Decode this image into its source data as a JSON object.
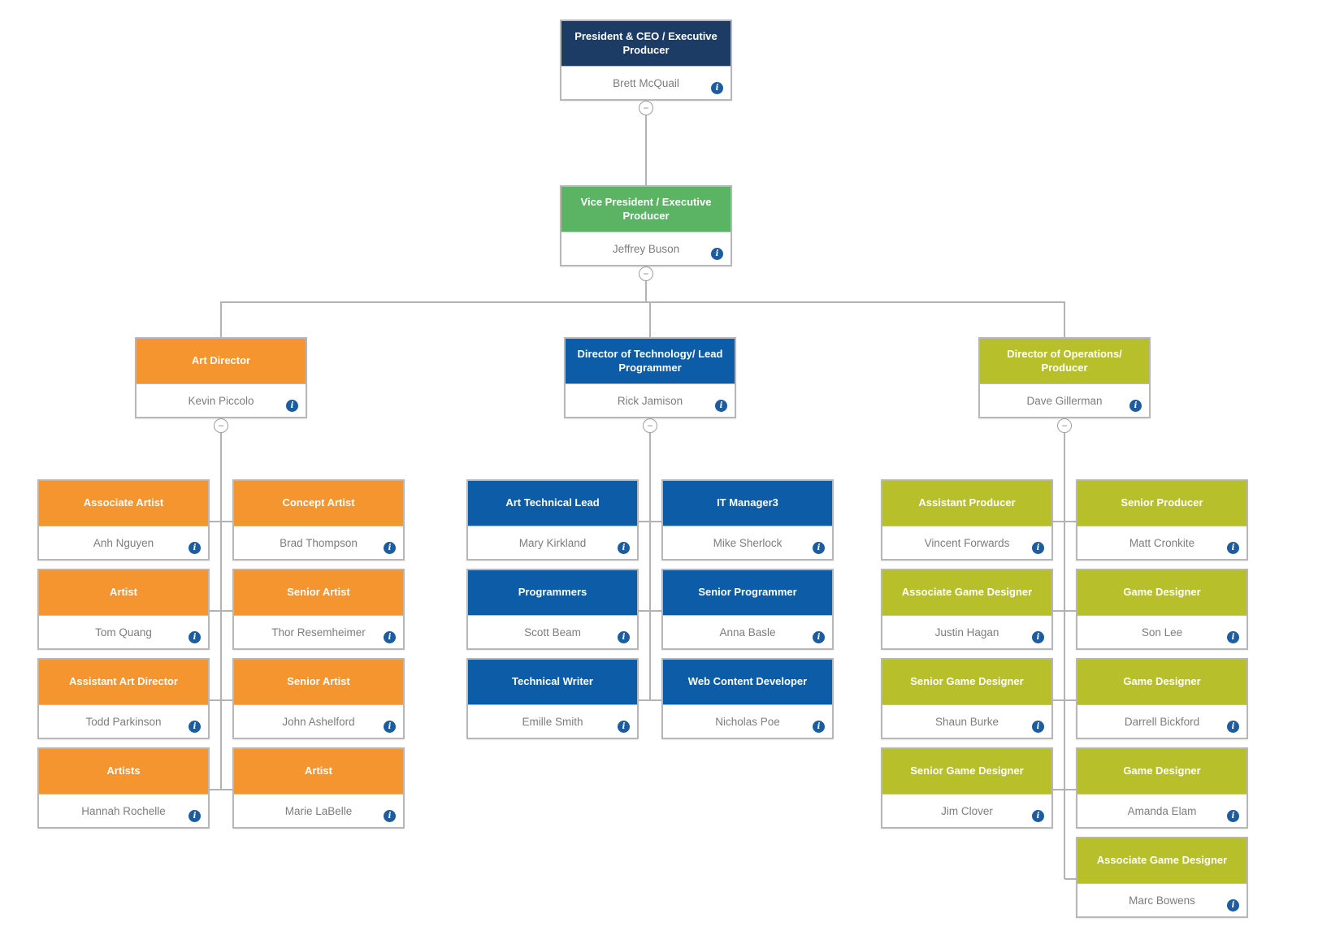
{
  "palette": {
    "navy": "#1c3c66",
    "green": "#5bb364",
    "orange": "#f5952f",
    "blue": "#0d5ca8",
    "lime": "#b7c02a",
    "connector": "#b3b3b3",
    "info_blue": "#1d5c9f"
  },
  "chart": {
    "collapse_glyph": "−",
    "info_glyph": "i",
    "root": {
      "title": "President & CEO / Executive Producer",
      "name": "Brett McQuail",
      "color": "navy"
    },
    "vp": {
      "title": "Vice President / Executive Producer",
      "name": "Jeffrey Buson",
      "color": "green"
    },
    "groups": [
      {
        "head": {
          "title": "Art Director",
          "name": "Kevin Piccolo",
          "color": "orange"
        },
        "left": [
          {
            "title": "Associate Artist",
            "name": "Anh Nguyen",
            "color": "orange"
          },
          {
            "title": "Artist",
            "name": "Tom Quang",
            "color": "orange"
          },
          {
            "title": "Assistant Art Director",
            "name": "Todd Parkinson",
            "color": "orange"
          },
          {
            "title": "Artists",
            "name": "Hannah Rochelle",
            "color": "orange"
          }
        ],
        "right": [
          {
            "title": "Concept Artist",
            "name": "Brad Thompson",
            "color": "orange"
          },
          {
            "title": "Senior Artist",
            "name": "Thor Resemheimer",
            "color": "orange"
          },
          {
            "title": "Senior Artist",
            "name": "John Ashelford",
            "color": "orange"
          },
          {
            "title": "Artist",
            "name": "Marie LaBelle",
            "color": "orange"
          }
        ]
      },
      {
        "head": {
          "title": "Director of Technology/ Lead Programmer",
          "name": "Rick Jamison",
          "color": "blue"
        },
        "left": [
          {
            "title": "Art Technical Lead",
            "name": "Mary Kirkland",
            "color": "blue"
          },
          {
            "title": "Programmers",
            "name": "Scott Beam",
            "color": "blue"
          },
          {
            "title": "Technical Writer",
            "name": "Emille Smith",
            "color": "blue"
          }
        ],
        "right": [
          {
            "title": "IT Manager3",
            "name": "Mike Sherlock",
            "color": "blue"
          },
          {
            "title": "Senior Programmer",
            "name": "Anna Basle",
            "color": "blue"
          },
          {
            "title": "Web Content Developer",
            "name": "Nicholas Poe",
            "color": "blue"
          }
        ]
      },
      {
        "head": {
          "title": "Director of Operations/ Producer",
          "name": "Dave Gillerman",
          "color": "lime"
        },
        "left": [
          {
            "title": "Assistant Producer",
            "name": "Vincent Forwards",
            "color": "lime"
          },
          {
            "title": "Associate Game Designer",
            "name": "Justin Hagan",
            "color": "lime"
          },
          {
            "title": "Senior Game Designer",
            "name": "Shaun Burke",
            "color": "lime"
          },
          {
            "title": "Senior Game Designer",
            "name": "Jim Clover",
            "color": "lime"
          }
        ],
        "right": [
          {
            "title": "Senior Producer",
            "name": "Matt Cronkite",
            "color": "lime"
          },
          {
            "title": "Game Designer",
            "name": "Son Lee",
            "color": "lime"
          },
          {
            "title": "Game Designer",
            "name": "Darrell Bickford",
            "color": "lime"
          },
          {
            "title": "Game Designer",
            "name": "Amanda Elam",
            "color": "lime"
          },
          {
            "title": "Associate Game Designer",
            "name": "Marc Bowens",
            "color": "lime"
          }
        ]
      }
    ]
  }
}
